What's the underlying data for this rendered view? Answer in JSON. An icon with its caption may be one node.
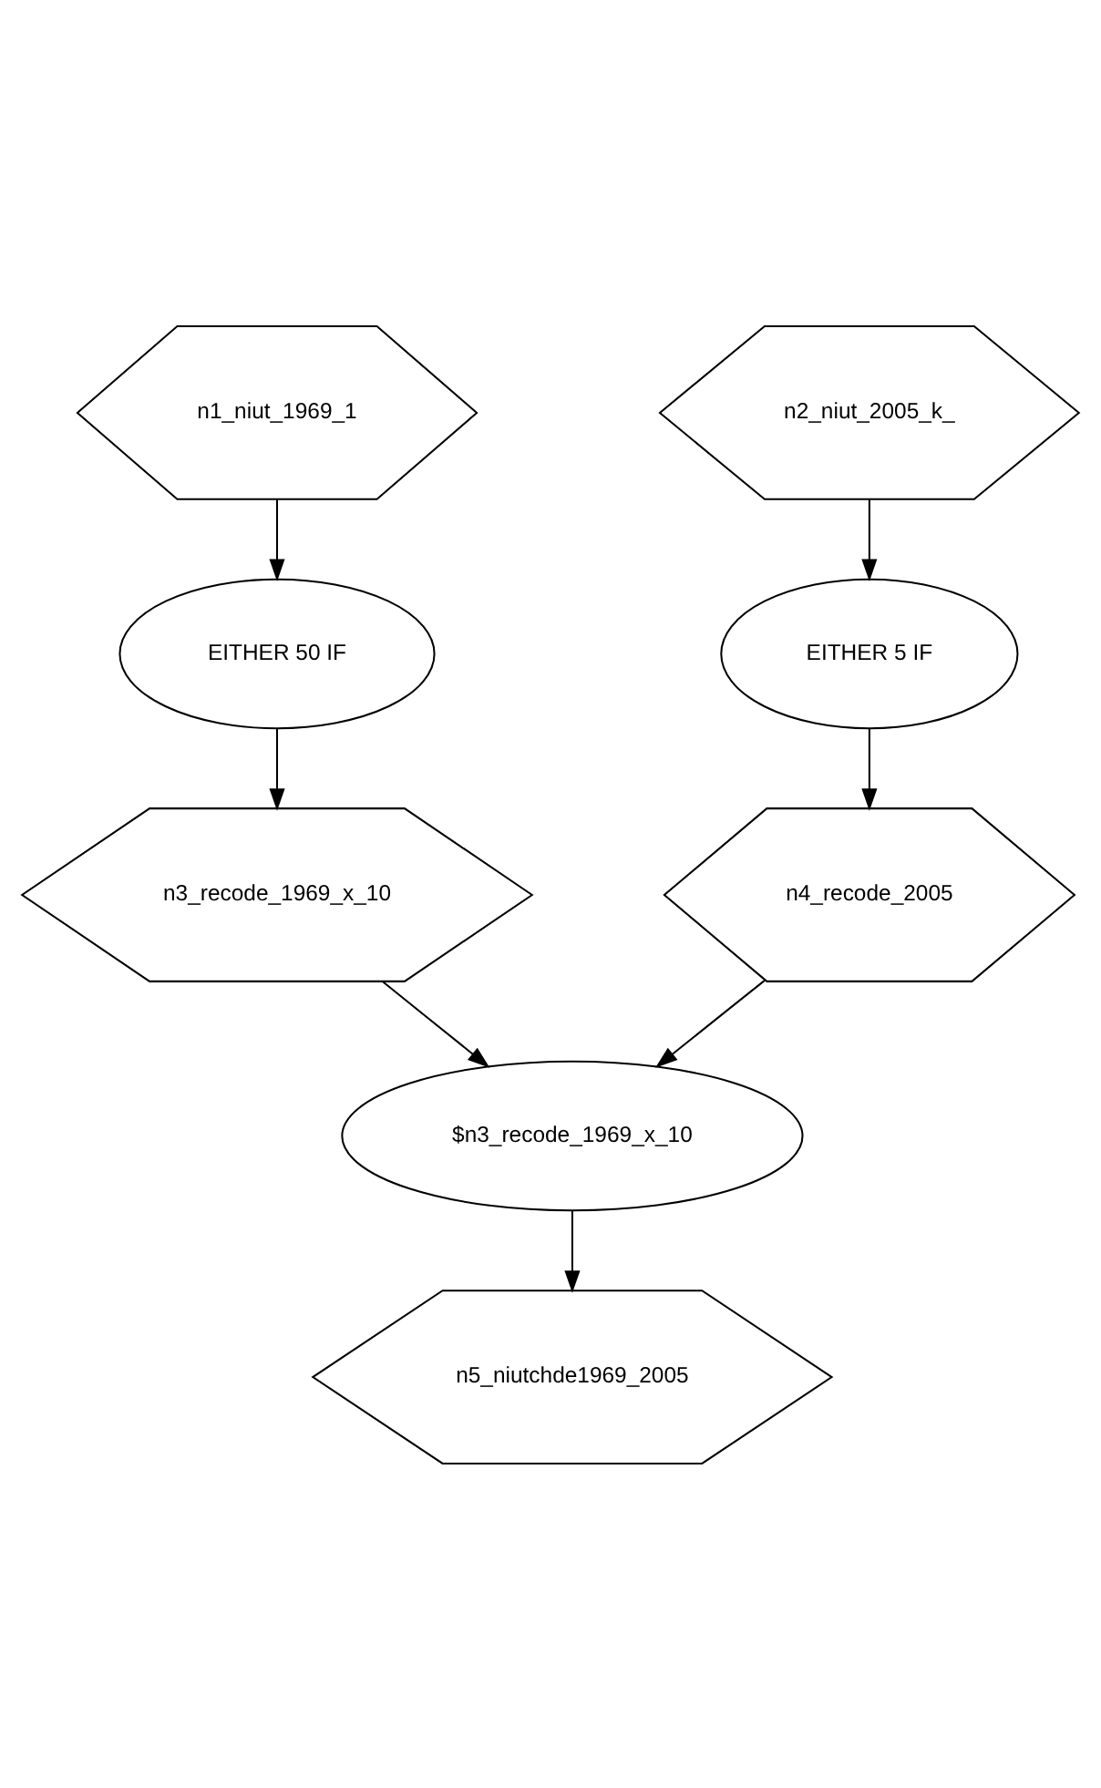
{
  "diagram": {
    "nodes": [
      {
        "text": [
          "n1_niut_1969_1"
        ]
      },
      {
        "text": [
          "n2_niut_2005_k_"
        ]
      },
      {
        "text": [
          "EITHER 50 IF"
        ]
      },
      {
        "text": [
          "EITHER 5 IF"
        ]
      },
      {
        "text": [
          "n3_recode_1969_x_10"
        ]
      },
      {
        "text": [
          "n4_recode_2005"
        ]
      },
      {
        "text": [
          "$n3_recode_1969_x_10"
        ]
      },
      {
        "text": [
          "n5_niutchde1969_2005"
        ]
      }
    ],
    "edges": [
      {
        "from": 0,
        "to": 2,
        "arrow": "to"
      },
      {
        "from": 1,
        "to": 3,
        "arrow": "to"
      },
      {
        "from": 2,
        "to": 4,
        "arrow": "to"
      },
      {
        "from": 3,
        "to": 5,
        "arrow": "to"
      },
      {
        "from": 4,
        "to": 6,
        "arrow": "to"
      },
      {
        "from": 5,
        "to": 6,
        "arrow": "to"
      },
      {
        "from": 6,
        "to": 7,
        "arrow": "to"
      }
    ]
  }
}
